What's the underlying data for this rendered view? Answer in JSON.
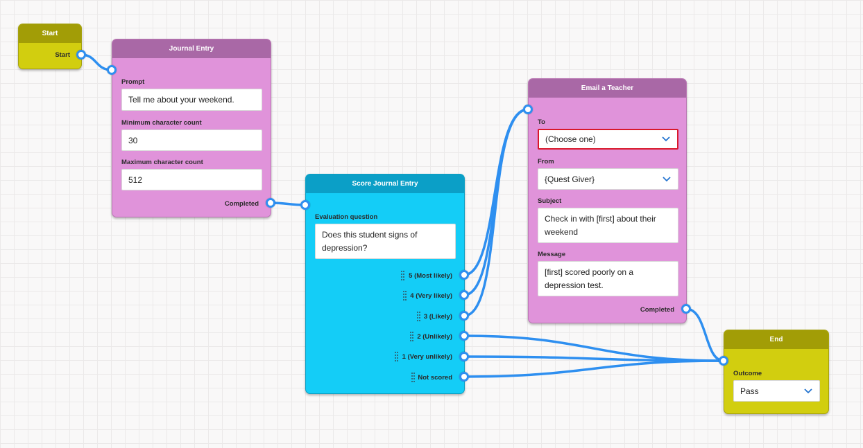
{
  "colors": {
    "wire": "#2e8ff0",
    "start_end_body": "#d2ce0f",
    "start_end_header": "#a29d06",
    "pink_body": "#e093da",
    "pink_header": "#a968a6",
    "cyan_body": "#14cdf7",
    "cyan_header": "#0b9fc7",
    "invalid_border": "#d9182b"
  },
  "nodes": {
    "start": {
      "title": "Start",
      "output_label": "Start"
    },
    "journal": {
      "title": "Journal Entry",
      "prompt_label": "Prompt",
      "prompt_value": "Tell me about your weekend.",
      "min_label": "Minimum character count",
      "min_value": "30",
      "max_label": "Maximum character count",
      "max_value": "512",
      "output_label": "Completed"
    },
    "score": {
      "title": "Score Journal Entry",
      "question_label": "Evaluation question",
      "question_value": "Does this student signs of depression?",
      "outputs": [
        "5 (Most likely)",
        "4 (Very likely)",
        "3 (Likely)",
        "2 (Unlikely)",
        "1 (Very unlikely)",
        "Not scored"
      ]
    },
    "email": {
      "title": "Email a Teacher",
      "to_label": "To",
      "to_value": "(Choose one)",
      "from_label": "From",
      "from_value": "{Quest Giver}",
      "subject_label": "Subject",
      "subject_value": "Check in with [first] about their weekend",
      "message_label": "Message",
      "message_value": "[first] scored poorly on a depression test.",
      "output_label": "Completed"
    },
    "end": {
      "title": "End",
      "outcome_label": "Outcome",
      "outcome_value": "Pass"
    }
  },
  "icons": {
    "dropdown": "chevron-down-icon",
    "drag": "drag-handle-icon"
  }
}
